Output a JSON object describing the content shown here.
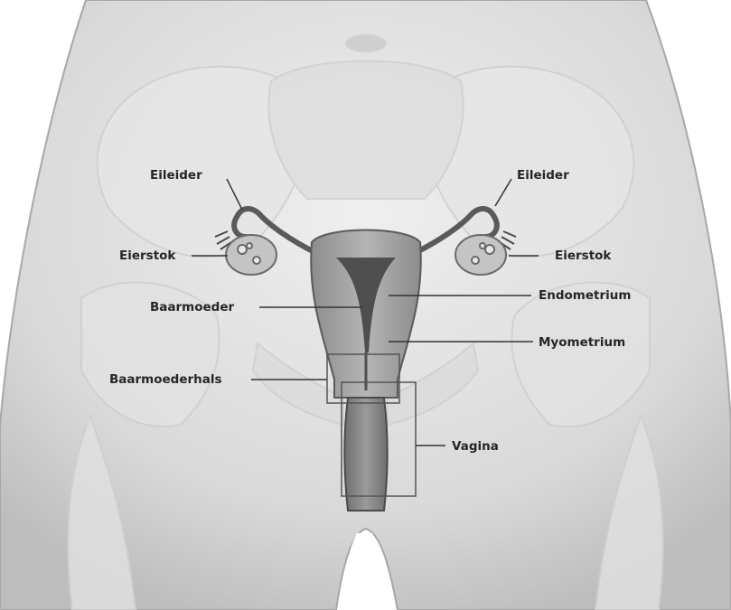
{
  "labels": {
    "fallopian_tube_left": "Eileider",
    "fallopian_tube_right": "Eileider",
    "ovary_left": "Eierstok",
    "ovary_right": "Eierstok",
    "uterus": "Baarmoeder",
    "endometrium": "Endometrium",
    "myometrium": "Myometrium",
    "cervix": "Baarmoederhals",
    "vagina": "Vagina"
  }
}
